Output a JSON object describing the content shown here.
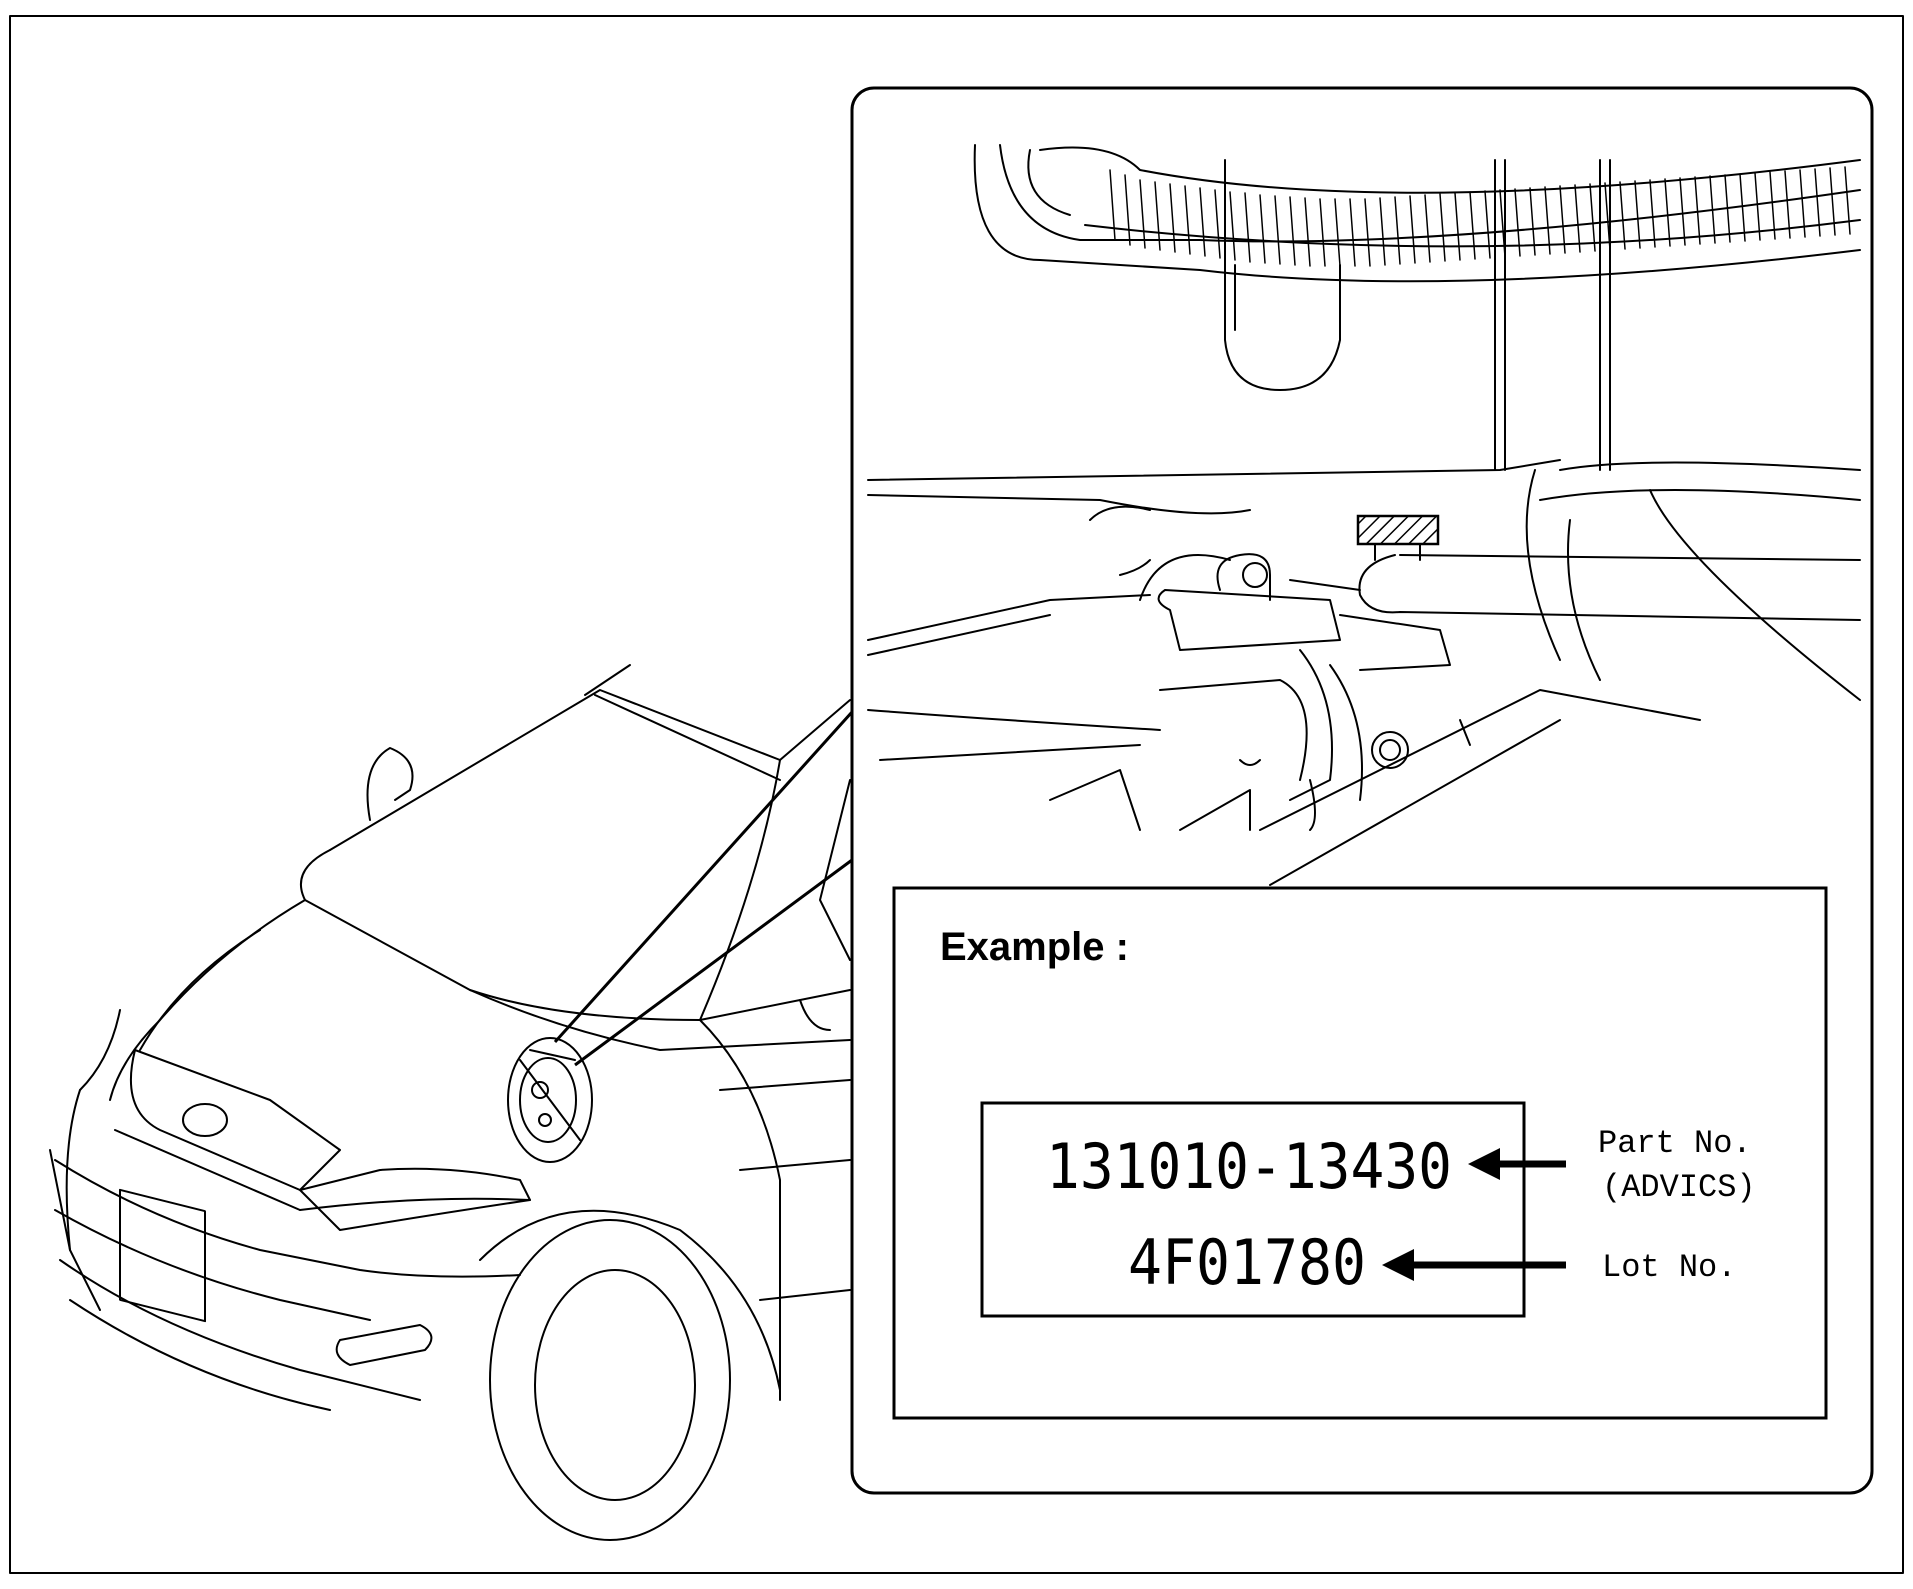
{
  "example": {
    "heading": "Example :",
    "part_number": "131010-13430",
    "lot_number": "4F01780",
    "part_label_line1": "Part No.",
    "part_label_line2": "(ADVICS)",
    "lot_label": "Lot No."
  },
  "icons": {
    "vehicle": "vehicle-front-view-drawing",
    "engine_bay": "actuator-location-detail-drawing",
    "label_marker": "hatched-label-marker",
    "arrows": "arrow-left"
  },
  "colors": {
    "line": "#000000",
    "background": "#ffffff"
  }
}
